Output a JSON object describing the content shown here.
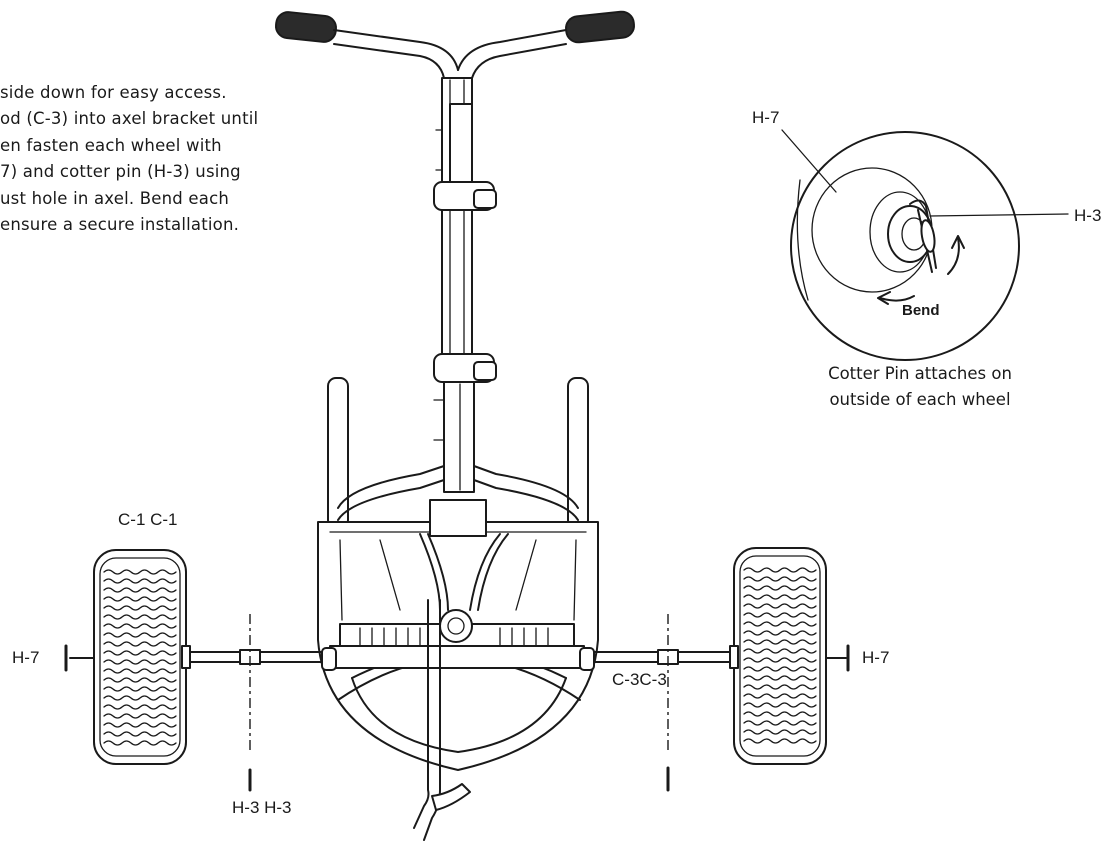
{
  "instructions": {
    "line1": "side down for easy access.",
    "line2": "od (C-3) into axel bracket until",
    "line3": "en fasten each wheel with",
    "line4": "7) and cotter pin (H-3) using",
    "line5": "ust hole in axel. Bend each",
    "line6": " ensure a secure installation."
  },
  "detail": {
    "label_h7": "H-7",
    "label_h3": "H-3",
    "label_bend": "Bend",
    "caption_line1": "Cotter Pin attaches on",
    "caption_line2": "outside of each wheel"
  },
  "main_labels": {
    "wheel_left": "C-1 C-1",
    "washer_left": "H-7",
    "washer_right": "H-7",
    "pin_left": "H-3 H-3",
    "axle_right": "C-3C-3"
  }
}
